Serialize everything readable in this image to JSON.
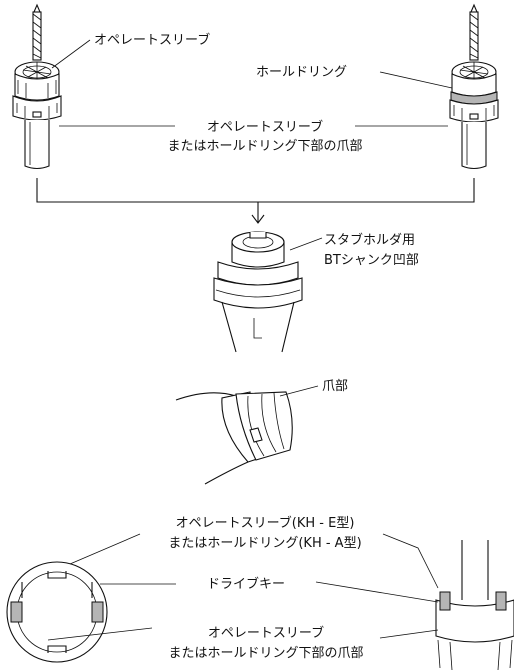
{
  "labels": {
    "operate_sleeve": "オペレートスリーブ",
    "hold_ring": "ホールドリング",
    "claw_line1": "オペレートスリーブ",
    "claw_line2": "またはホールドリング下部の爪部",
    "stub_line1": "スタブホルダ用",
    "stub_line2": "BTシャンク凹部",
    "claw_short": "爪部",
    "sleeve_ke_line1": "オペレートスリーブ(KH - E型)",
    "sleeve_ke_line2": "またはホールドリング(KH - A型)",
    "drive_key": "ドライブキー",
    "bottom_line1": "オペレートスリーブ",
    "bottom_line2": "またはホールドリング下部の爪部"
  }
}
